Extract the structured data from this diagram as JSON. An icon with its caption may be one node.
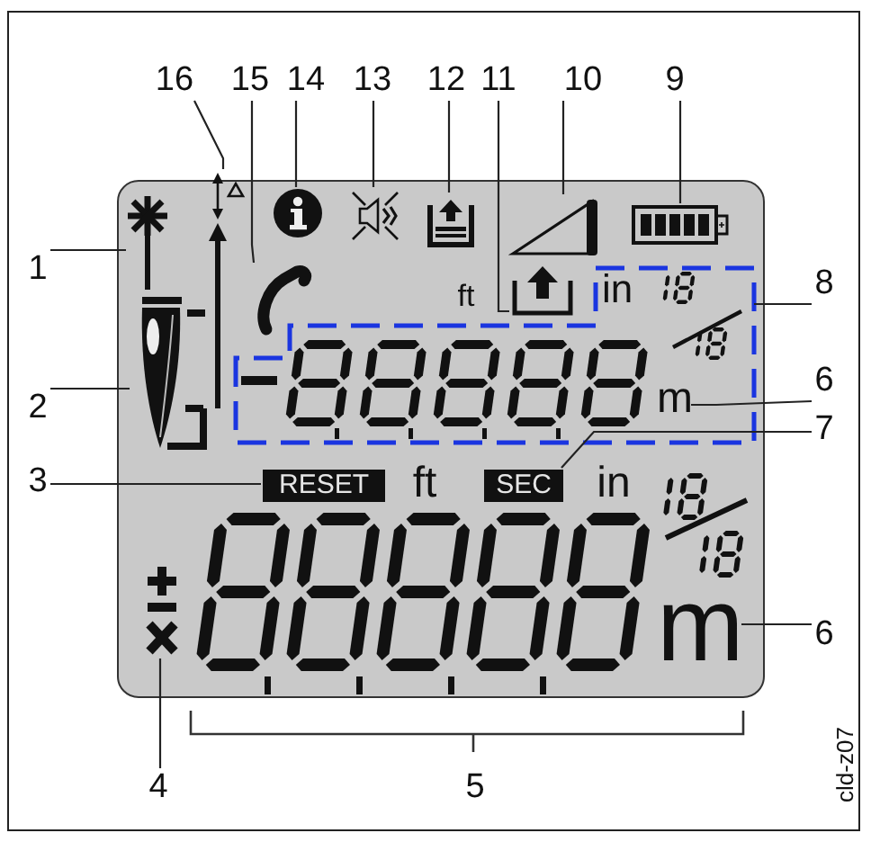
{
  "diagram": {
    "nodes": [
      {
        "text": [
          "16"
        ]
      },
      {
        "text": [
          "15"
        ]
      },
      {
        "text": [
          "14"
        ]
      },
      {
        "text": [
          "13"
        ]
      },
      {
        "text": [
          "12"
        ]
      },
      {
        "text": [
          "11"
        ]
      },
      {
        "text": [
          "10"
        ]
      },
      {
        "text": [
          "9"
        ]
      },
      {
        "text": [
          "1"
        ]
      },
      {
        "text": [
          "8"
        ]
      },
      {
        "text": [
          "2"
        ]
      },
      {
        "text": [
          "6"
        ]
      },
      {
        "text": [
          "3"
        ]
      },
      {
        "text": [
          "7"
        ]
      },
      {
        "text": [
          "6"
        ]
      },
      {
        "text": [
          "4"
        ]
      },
      {
        "text": [],
        "shape": "box"
      },
      {
        "text": [],
        "shape": "star",
        "in": 16
      },
      {
        "text": [],
        "shape": "arrow",
        "in": 16
      },
      {
        "text": [],
        "shape": "phone",
        "in": 16
      },
      {
        "text": [],
        "shape": "circle",
        "in": 16
      },
      {
        "text": [],
        "shape": "speaker",
        "in": 16
      },
      {
        "text": [],
        "shape": "stack",
        "in": 16
      },
      {
        "text": [],
        "shape": "triangle",
        "in": 16
      },
      {
        "text": [],
        "shape": "battery",
        "in": 16
      },
      {
        "text": [],
        "shape": "tray",
        "in": 16
      },
      {
        "text": [],
        "shape": "frame",
        "in": 16
      },
      {
        "text": [
          "m"
        ],
        "in": 26
      },
      {
        "text": [],
        "shape": "device",
        "in": 16
      },
      {
        "text": [
          "RESET"
        ],
        "in": 16
      },
      {
        "text": [
          "SEC"
        ],
        "in": 16
      },
      {
        "text": [
          "m"
        ],
        "in": 16
      },
      {
        "text": [],
        "shape": "sign",
        "in": 16
      }
    ],
    "edges": [
      {
        "from": 0,
        "to": 18,
        "arrow": "none"
      },
      {
        "from": 1,
        "to": 19,
        "arrow": "none"
      },
      {
        "from": 2,
        "to": 20,
        "arrow": "none"
      },
      {
        "from": 3,
        "to": 21,
        "arrow": "none"
      },
      {
        "from": 4,
        "to": 22,
        "arrow": "none"
      },
      {
        "from": 5,
        "to": 25,
        "arrow": "none"
      },
      {
        "from": 6,
        "to": 23,
        "arrow": "none"
      },
      {
        "from": 7,
        "to": 24,
        "arrow": "none"
      },
      {
        "from": 8,
        "to": 17,
        "arrow": "none"
      },
      {
        "from": 9,
        "to": 26,
        "arrow": "none"
      },
      {
        "from": 10,
        "to": 28,
        "arrow": "none"
      },
      {
        "from": 11,
        "to": 27,
        "arrow": "none"
      },
      {
        "from": 12,
        "to": 29,
        "arrow": "none"
      },
      {
        "from": 13,
        "to": 30,
        "arrow": "none"
      },
      {
        "from": 14,
        "to": 31,
        "arrow": "none"
      },
      {
        "from": 15,
        "to": 32,
        "arrow": "none"
      }
    ],
    "labels": [
      "ft",
      "in",
      "ft",
      "in",
      "5",
      "cld-z07"
    ]
  }
}
